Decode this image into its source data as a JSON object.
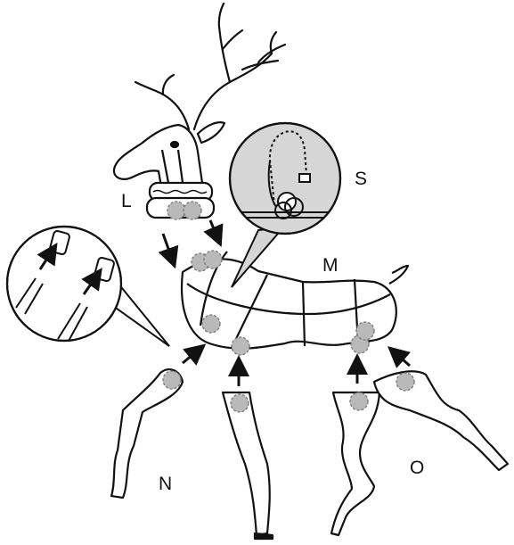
{
  "labels": {
    "head": "L",
    "body": "M",
    "front_legs": "N",
    "back_legs": "O",
    "strap_detail": "S"
  },
  "colors": {
    "line": "#111111",
    "joint_fill": "#b9b9b9",
    "detail_fill": "#d6d6d6",
    "background": "#ffffff"
  }
}
